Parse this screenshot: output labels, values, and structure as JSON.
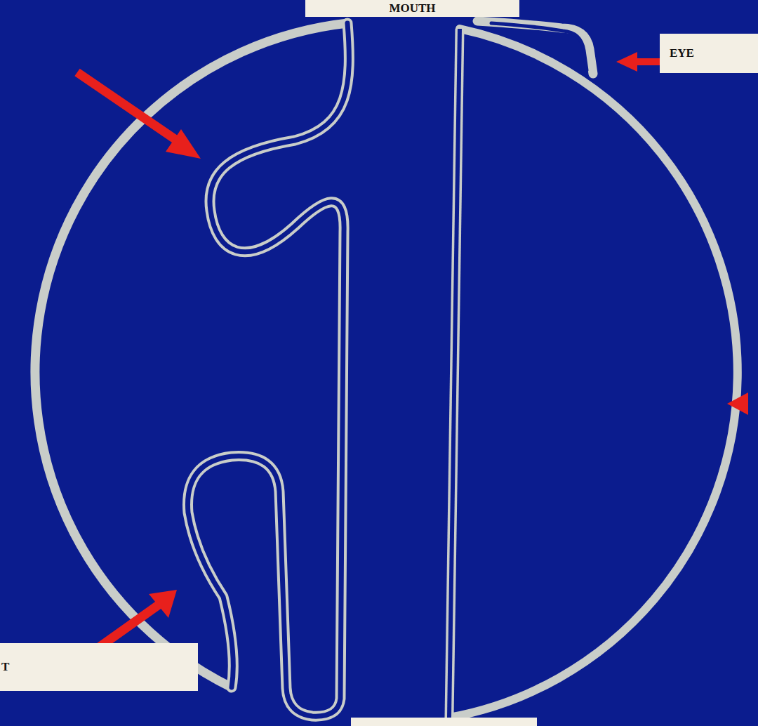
{
  "diagram": {
    "labels": [
      "MOUTH",
      "EYE",
      "T"
    ]
  }
}
